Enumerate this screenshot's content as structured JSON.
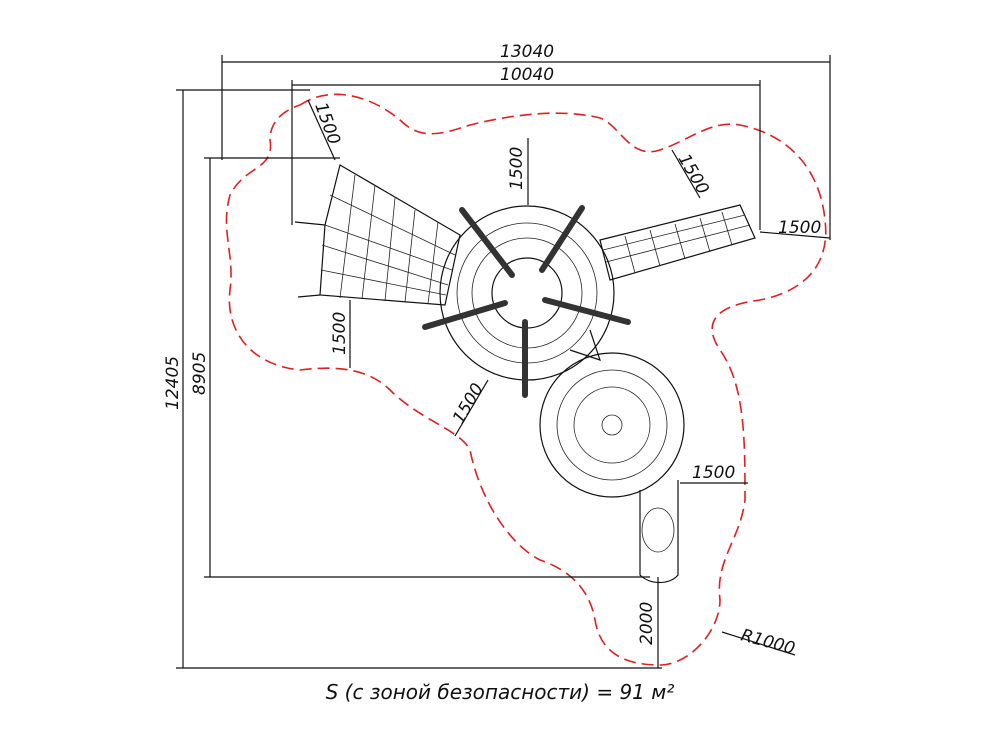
{
  "dimensions": {
    "overall_width": "13040",
    "equipment_width": "10040",
    "overall_height": "12405",
    "equipment_height": "8905",
    "safety_top_left": "1500",
    "safety_top": "1500",
    "safety_top_right": "1500",
    "safety_right": "1500",
    "safety_left": "1500",
    "safety_bottom_left": "1500",
    "safety_slide": "1500",
    "slide_exit": "2000",
    "radius": "R1000"
  },
  "caption": "S (с зоной безопасности) = 91 м²",
  "colors": {
    "safety_zone": "#e02020",
    "lines": "#111111"
  }
}
